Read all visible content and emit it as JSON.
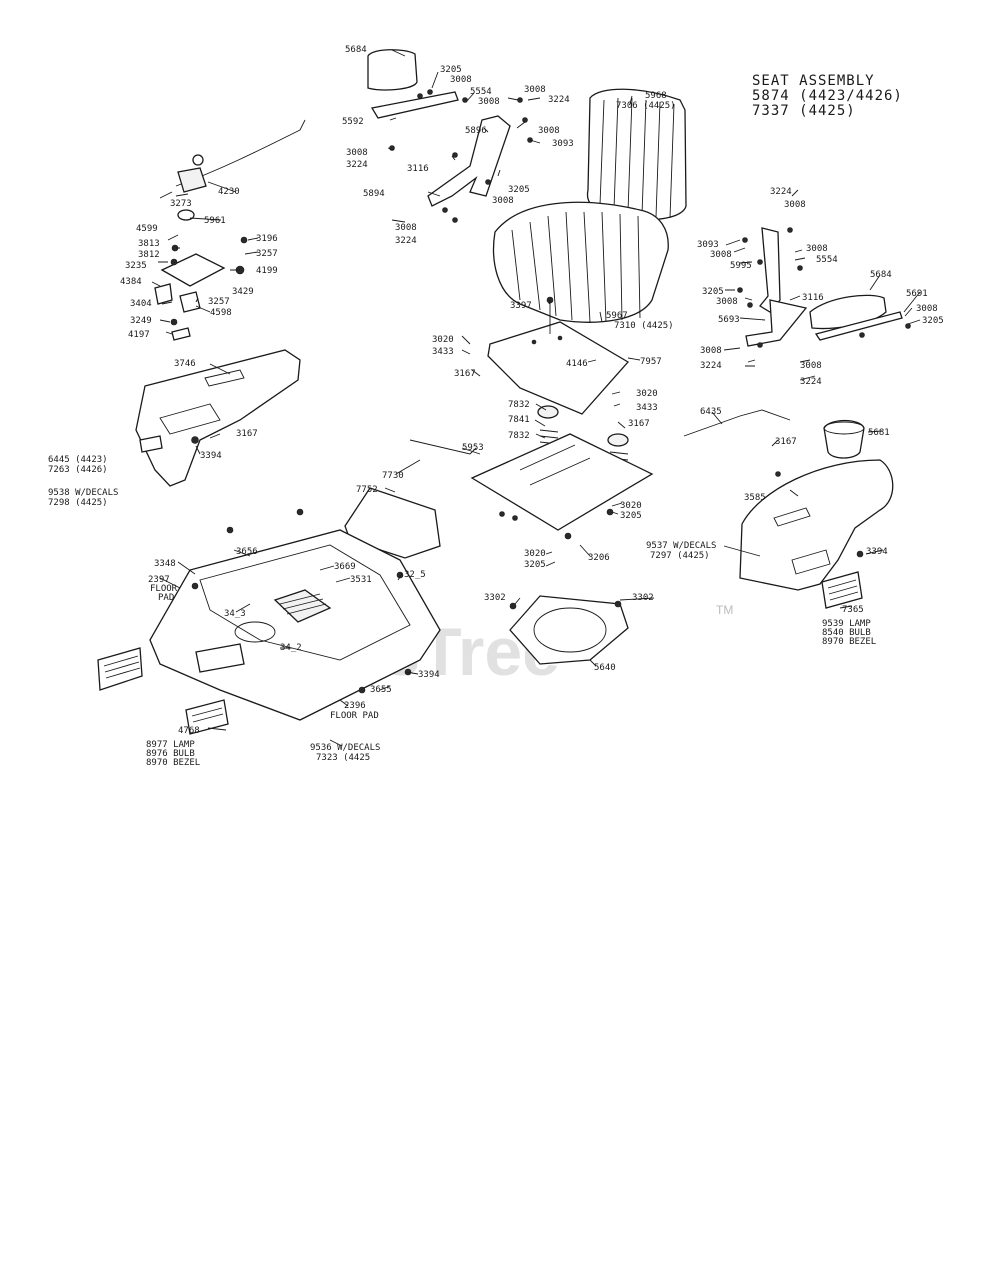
{
  "title": {
    "line1": "SEAT ASSEMBLY",
    "line2": "5874 (4423/4426)",
    "line3": "7337 (4425)"
  },
  "watermark": {
    "text": "PartsTree",
    "tm": "TM"
  },
  "labels": {
    "l5684a": "5684",
    "l3205a": "3205",
    "l3008a": "3008",
    "l5554a": "5554",
    "l3008b": "3008",
    "l3008c": "3008",
    "l3224a": "3224",
    "l5592": "5592",
    "l5896": "5896",
    "l3008d": "3008",
    "l3093a": "3093",
    "l3008e": "3008",
    "l3224b": "3224",
    "l3116a": "3116",
    "l3205b": "3205",
    "l3008f": "3008",
    "l5894": "5894",
    "l3008g": "3008",
    "l3224c": "3224",
    "l5968": "5968",
    "l7306": "7306 (4425)",
    "l4230": "4230",
    "l3273": "3273",
    "l5961": "5961",
    "l4599": "4599",
    "l3813": "3813",
    "l3812": "3812",
    "l3235": "3235",
    "l3196": "3196",
    "l3257a": "3257",
    "l4199": "4199",
    "l4384": "4384",
    "l3429": "3429",
    "l3404": "3404",
    "l3257b": "3257",
    "l4598": "4598",
    "l3249": "3249",
    "l4197": "4197",
    "l3224d": "3224",
    "l3008h": "3008",
    "l3093b": "3093",
    "l3008i": "3008",
    "l3008j": "3008",
    "l5995": "5995",
    "l5554b": "5554",
    "l5684b": "5684",
    "l3205c": "3205",
    "l3008k": "3008",
    "l3116b": "3116",
    "l5691": "5691",
    "l3008l": "3008",
    "l5693": "5693",
    "l3205d": "3205",
    "l3008m": "3008",
    "l3224e": "3224",
    "l3008n": "3008",
    "l3224f": "3224",
    "l3397": "3397",
    "l5967": "5967",
    "l7310": "7310 (4425)",
    "l3020a": "3020",
    "l3433a": "3433",
    "l4146": "4146",
    "l7957": "7957",
    "l3167a": "3167",
    "l3020b": "3020",
    "l3433b": "3433",
    "l3746": "3746",
    "l7832a": "7832",
    "l7841": "7841",
    "l3167b": "3167",
    "l7832b": "7832",
    "l6435": "6435",
    "l5681": "5681",
    "l3167c": "3167",
    "l6445": "6445 (4423)",
    "l7263": "7263 (4426)",
    "l3394a": "3394",
    "l5953": "5953",
    "l7730": "7730",
    "l9538": "9538 W/DECALS",
    "l7298": "7298 (4425)",
    "l7752": "7752",
    "l3585": "3585",
    "l3020c": "3020",
    "l3205e": "3205",
    "l9537": "9537 W/DECALS",
    "l7297": "7297 (4425)",
    "l3394b": "3394",
    "l3020d": "3020",
    "l3205f": "3205",
    "l3206": "3206",
    "l3348": "3348",
    "l3656": "3656",
    "l2397": "2397",
    "l2397b": "FLOOR",
    "l2397c": "PAD",
    "l3669": "3669",
    "l3531": "3531",
    "l3215": "32_5",
    "l3413": "34_3",
    "l3412": "34_2",
    "l3302a": "3302",
    "l3302b": "3302",
    "l7365": "7365",
    "l9539": "9539 LAMP",
    "l8540": "8540 BULB",
    "l8970a": "8970 BEZEL",
    "l3655": "3655",
    "l3394c": "3394",
    "l2396": "2396",
    "l2396b": "FLOOR PAD",
    "l5640": "5640",
    "l4768": "4768",
    "l8977": "8977 LAMP",
    "l8976": "8976 BULB",
    "l8970b": "8970 BEZEL",
    "l9536": "9536 W/DECALS",
    "l7323": "7323 (4425"
  }
}
